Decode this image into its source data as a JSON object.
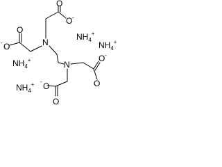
{
  "structure": {
    "colors": {
      "ink": "#000000",
      "background": "#ffffff"
    },
    "atoms": {
      "nitrogen_upper": "N",
      "nitrogen_lower": "N",
      "oxygen_top_double": "O",
      "oxygen_top_single": "O",
      "oxygen_left_double": "O",
      "oxygen_left_single": "O",
      "oxygen_right_double": "O",
      "oxygen_right_single": "O",
      "oxygen_bottom_double": "O",
      "oxygen_bottom_single": "O"
    },
    "charges": {
      "oxide_negative": "-"
    },
    "counter_ions": [
      {
        "text": "NH",
        "subscript": "4",
        "charge": "+"
      },
      {
        "text": "NH",
        "subscript": "4",
        "charge": "+"
      },
      {
        "text": "NH",
        "subscript": "4",
        "charge": "+"
      },
      {
        "text": "NH",
        "subscript": "4",
        "charge": "+"
      }
    ]
  }
}
